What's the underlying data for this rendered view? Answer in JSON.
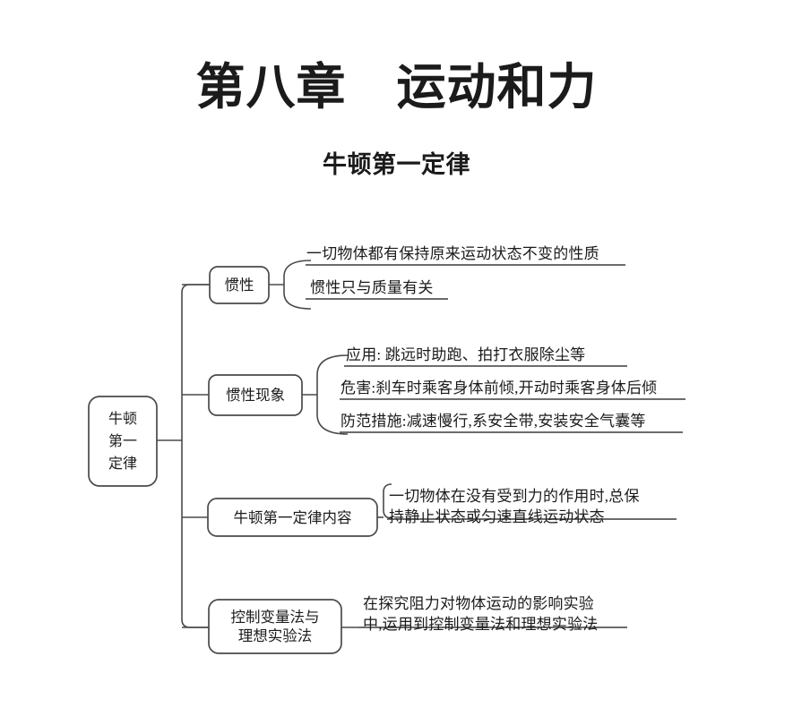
{
  "page": {
    "title": "第八章　运动和力",
    "subtitle": "牛顿第一定律",
    "background_color": "#ffffff",
    "line_color": "#4a4a4a",
    "text_color": "#1b1b1b"
  },
  "mindmap": {
    "root": {
      "label": "牛顿\n第一\n定律"
    },
    "branches": [
      {
        "label": "惯性",
        "leaves": [
          {
            "text": "一切物体都有保持原来运动状态不变的性质"
          },
          {
            "text": "惯性只与质量有关"
          }
        ]
      },
      {
        "label": "惯性现象",
        "leaves": [
          {
            "text": "应用: 跳远时助跑、拍打衣服除尘等"
          },
          {
            "text": "危害:刹车时乘客身体前倾,开动时乘客身体后倾"
          },
          {
            "text": "防范措施:减速慢行,系安全带,安装安全气囊等"
          }
        ]
      },
      {
        "label": "牛顿第一定律内容",
        "leaves": [
          {
            "text": "一切物体在没有受到力的作用时,总保\n持静止状态或匀速直线运动状态"
          }
        ]
      },
      {
        "label": "控制变量法与\n理想实验法",
        "leaves": [
          {
            "text": "在探究阻力对物体运动的影响实验\n中,运用到控制变量法和理想实验法"
          }
        ]
      }
    ]
  }
}
